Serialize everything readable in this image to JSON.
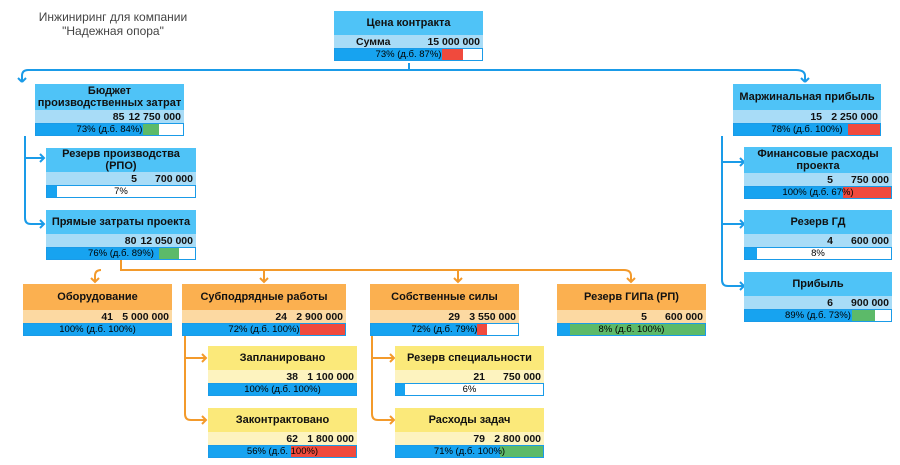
{
  "company": {
    "line1": "Инжиниринг для компании",
    "line2": "\"Надежная опора\""
  },
  "colors": {
    "blue_conn": "#1a9be8",
    "orange_conn": "#f39a2b",
    "red": "#f04a3d",
    "green": "#5cba69"
  },
  "nodes": {
    "contract": {
      "title": "Цена контракта",
      "label": "Сумма",
      "sum": "15 000 000",
      "pct": "73% (д.б. 87%)",
      "fill": 0.73,
      "extra": 0.14,
      "extra_color": "red"
    },
    "budget": {
      "title": "Бюджет производственных затрат",
      "count": "85",
      "sum": "12 750 000",
      "pct": "73% (д.б. 84%)",
      "fill": 0.73,
      "extra": 0.11,
      "extra_color": "green"
    },
    "reserve_rpo": {
      "title": "Резерв производства (РПО)",
      "count": "5",
      "sum": "700 000",
      "pct": "7%",
      "fill": 0.07,
      "extra": 0,
      "extra_color": ""
    },
    "direct": {
      "title": "Прямые затраты проекта",
      "count": "80",
      "sum": "12 050 000",
      "pct": "76% (д.б. 89%)",
      "fill": 0.76,
      "extra": 0.13,
      "extra_color": "green"
    },
    "margin": {
      "title": "Маржинальная прибыль",
      "count": "15",
      "sum": "2 250 000",
      "pct": "78% (д.б. 100%)",
      "fill": 0.78,
      "extra": 0.22,
      "extra_color": "red"
    },
    "finance": {
      "title": "Финансовые расходы проекта",
      "count": "5",
      "sum": "750 000",
      "pct": "100% (д.б. 67%)",
      "fill": 0.67,
      "extra": 0.33,
      "extra_color": "red"
    },
    "reserve_gd": {
      "title": "Резерв ГД",
      "count": "4",
      "sum": "600 000",
      "pct": "8%",
      "fill": 0.08,
      "extra": 0,
      "extra_color": ""
    },
    "profit": {
      "title": "Прибыль",
      "count": "6",
      "sum": "900 000",
      "pct": "89% (д.б. 73%)",
      "fill": 0.73,
      "extra": 0.16,
      "extra_color": "green"
    },
    "equipment": {
      "title": "Оборудование",
      "count": "41",
      "sum": "5 000 000",
      "pct": "100% (д.б. 100%)",
      "fill": 1.0,
      "extra": 0,
      "extra_color": ""
    },
    "subcontract": {
      "title": "Субподрядные работы",
      "count": "24",
      "sum": "2 900 000",
      "pct": "72% (д.б. 100%)",
      "fill": 0.72,
      "extra": 0.28,
      "extra_color": "red"
    },
    "own": {
      "title": "Собственные силы",
      "count": "29",
      "sum": "3 550 000",
      "pct": "72% (д.б. 79%)",
      "fill": 0.72,
      "extra": 0.07,
      "extra_color": "red"
    },
    "reserve_gip": {
      "title": "Резерв ГИПа (РП)",
      "count": "5",
      "sum": "600 000",
      "pct": "8% (д.б. 100%)",
      "fill": 0.08,
      "extra": 0.92,
      "extra_color": "green"
    },
    "planned": {
      "title": "Запланировано",
      "count": "38",
      "sum": "1 100 000",
      "pct": "100% (д.б. 100%)",
      "fill": 1.0,
      "extra": 0,
      "extra_color": ""
    },
    "contracted": {
      "title": "Законтрактовано",
      "count": "62",
      "sum": "1 800 000",
      "pct": "56% (д.б. 100%)",
      "fill": 0.56,
      "extra": 0.44,
      "extra_color": "red"
    },
    "reserve_spec": {
      "title": "Резерв специальности",
      "count": "21",
      "sum": "750 000",
      "pct": "6%",
      "fill": 0.06,
      "extra": 0,
      "extra_color": ""
    },
    "tasks": {
      "title": "Расходы задач",
      "count": "79",
      "sum": "2 800 000",
      "pct": "71% (д.б. 100%)",
      "fill": 0.71,
      "extra": 0.29,
      "extra_color": "green"
    }
  }
}
